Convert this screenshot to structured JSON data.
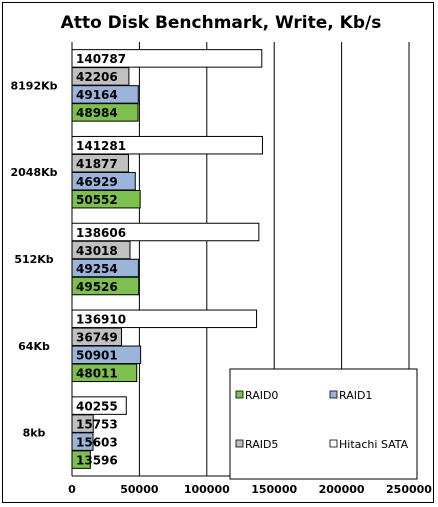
{
  "chart_data": {
    "type": "bar",
    "orientation": "horizontal",
    "title": "Atto Disk Benchmark, Write, Kb/s",
    "categories": [
      "8192Kb",
      "2048Kb",
      "512Kb",
      "64Kb",
      "8kb"
    ],
    "series": [
      {
        "name": "Hitachi SATA",
        "values": [
          140787,
          141281,
          138606,
          136910,
          40255
        ],
        "color": "#ffffff"
      },
      {
        "name": "RAID5",
        "values": [
          42206,
          41877,
          43018,
          36749,
          15753
        ],
        "color": "#c0c0c0"
      },
      {
        "name": "RAID1",
        "values": [
          49164,
          46929,
          49254,
          50901,
          15603
        ],
        "color": "#9ab4da"
      },
      {
        "name": "RAID0",
        "values": [
          48984,
          50552,
          49526,
          48011,
          13596
        ],
        "color": "#7dc04e"
      }
    ],
    "xlim": [
      0,
      250000
    ],
    "xticks": [
      "0",
      "50000",
      "100000",
      "150000",
      "200000",
      "250000"
    ],
    "grid": true,
    "legend": {
      "position": "bottom-right",
      "entries": [
        "RAID0",
        "RAID1",
        "RAID5",
        "Hitachi SATA"
      ]
    }
  }
}
